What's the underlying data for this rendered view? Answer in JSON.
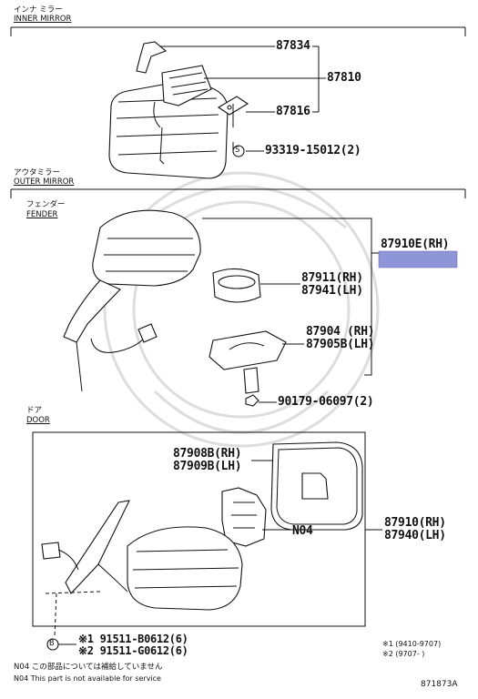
{
  "sections": {
    "inner": {
      "jp": "インナ ミラー",
      "en": "INNER MIRROR"
    },
    "outer": {
      "jp": "アウタミラー",
      "en": "OUTER MIRROR"
    },
    "fender": {
      "jp": "フェンダー",
      "en": "FENDER"
    },
    "door": {
      "jp": "ドア",
      "en": "DOOR"
    }
  },
  "parts": {
    "p87834": "87834",
    "p87810": "87810",
    "p87816": "87816",
    "p93319": "93319-15012(2)",
    "p87910e": "87910E(RH)",
    "p87911": "87911(RH)",
    "p87941": "87941(LH)",
    "p87904": "87904 (RH)",
    "p87905b": "87905B(LH)",
    "p90179": "90179-06097(2)",
    "p87908b": "87908B(RH)",
    "p87909b": "87909B(LH)",
    "pn04": "N04",
    "p87910": "87910(RH)",
    "p87940": "87940(LH)",
    "p91511b": "※1 91511-B0612(6)",
    "p91511g": "※2 91511-G0612(6)"
  },
  "symbols": {
    "s": "S",
    "b": "B"
  },
  "notes": {
    "date1": "※1 (9410-9707)",
    "date2": "※2 (9707-     )",
    "n04_jp": "N04 この部品については補給していません",
    "n04_en": "N04 This part is not available for service",
    "diagram_id": "871873A"
  },
  "highlight_color": "#8f96d8"
}
